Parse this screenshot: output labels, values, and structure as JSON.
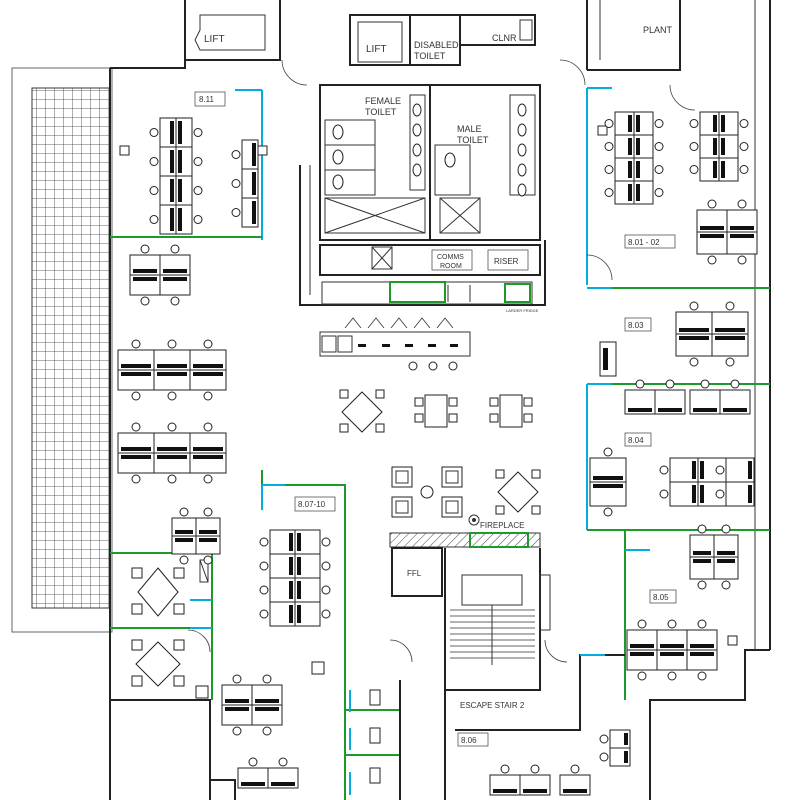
{
  "rooms": {
    "lift_left": "LIFT",
    "lift_center": "LIFT",
    "disabled_toilet_1": "DISABLED",
    "disabled_toilet_2": "TOILET",
    "cleaner": "CLNR",
    "plant": "PLANT",
    "female_toilet_1": "FEMALE",
    "female_toilet_2": "TOILET",
    "male_toilet_1": "MALE",
    "male_toilet_2": "TOILET",
    "comms_room_1": "COMMS",
    "comms_room_2": "ROOM",
    "riser": "RISER",
    "larder_fridge": "LARDER FRIDGE",
    "ffl": "FFL",
    "fireplace": "FIREPLACE",
    "escape_stair": "ESCAPE STAIR 2"
  },
  "labels": {
    "room_811": "8.11",
    "room_801_02": "8.01 - 02",
    "room_803": "8.03",
    "room_804": "8.04",
    "room_805": "8.05",
    "room_806": "8.06",
    "room_807_10": "8.07-10"
  },
  "colors": {
    "wall": "#222222",
    "glazing": "#00aee0",
    "partition": "#1d9a2a"
  }
}
